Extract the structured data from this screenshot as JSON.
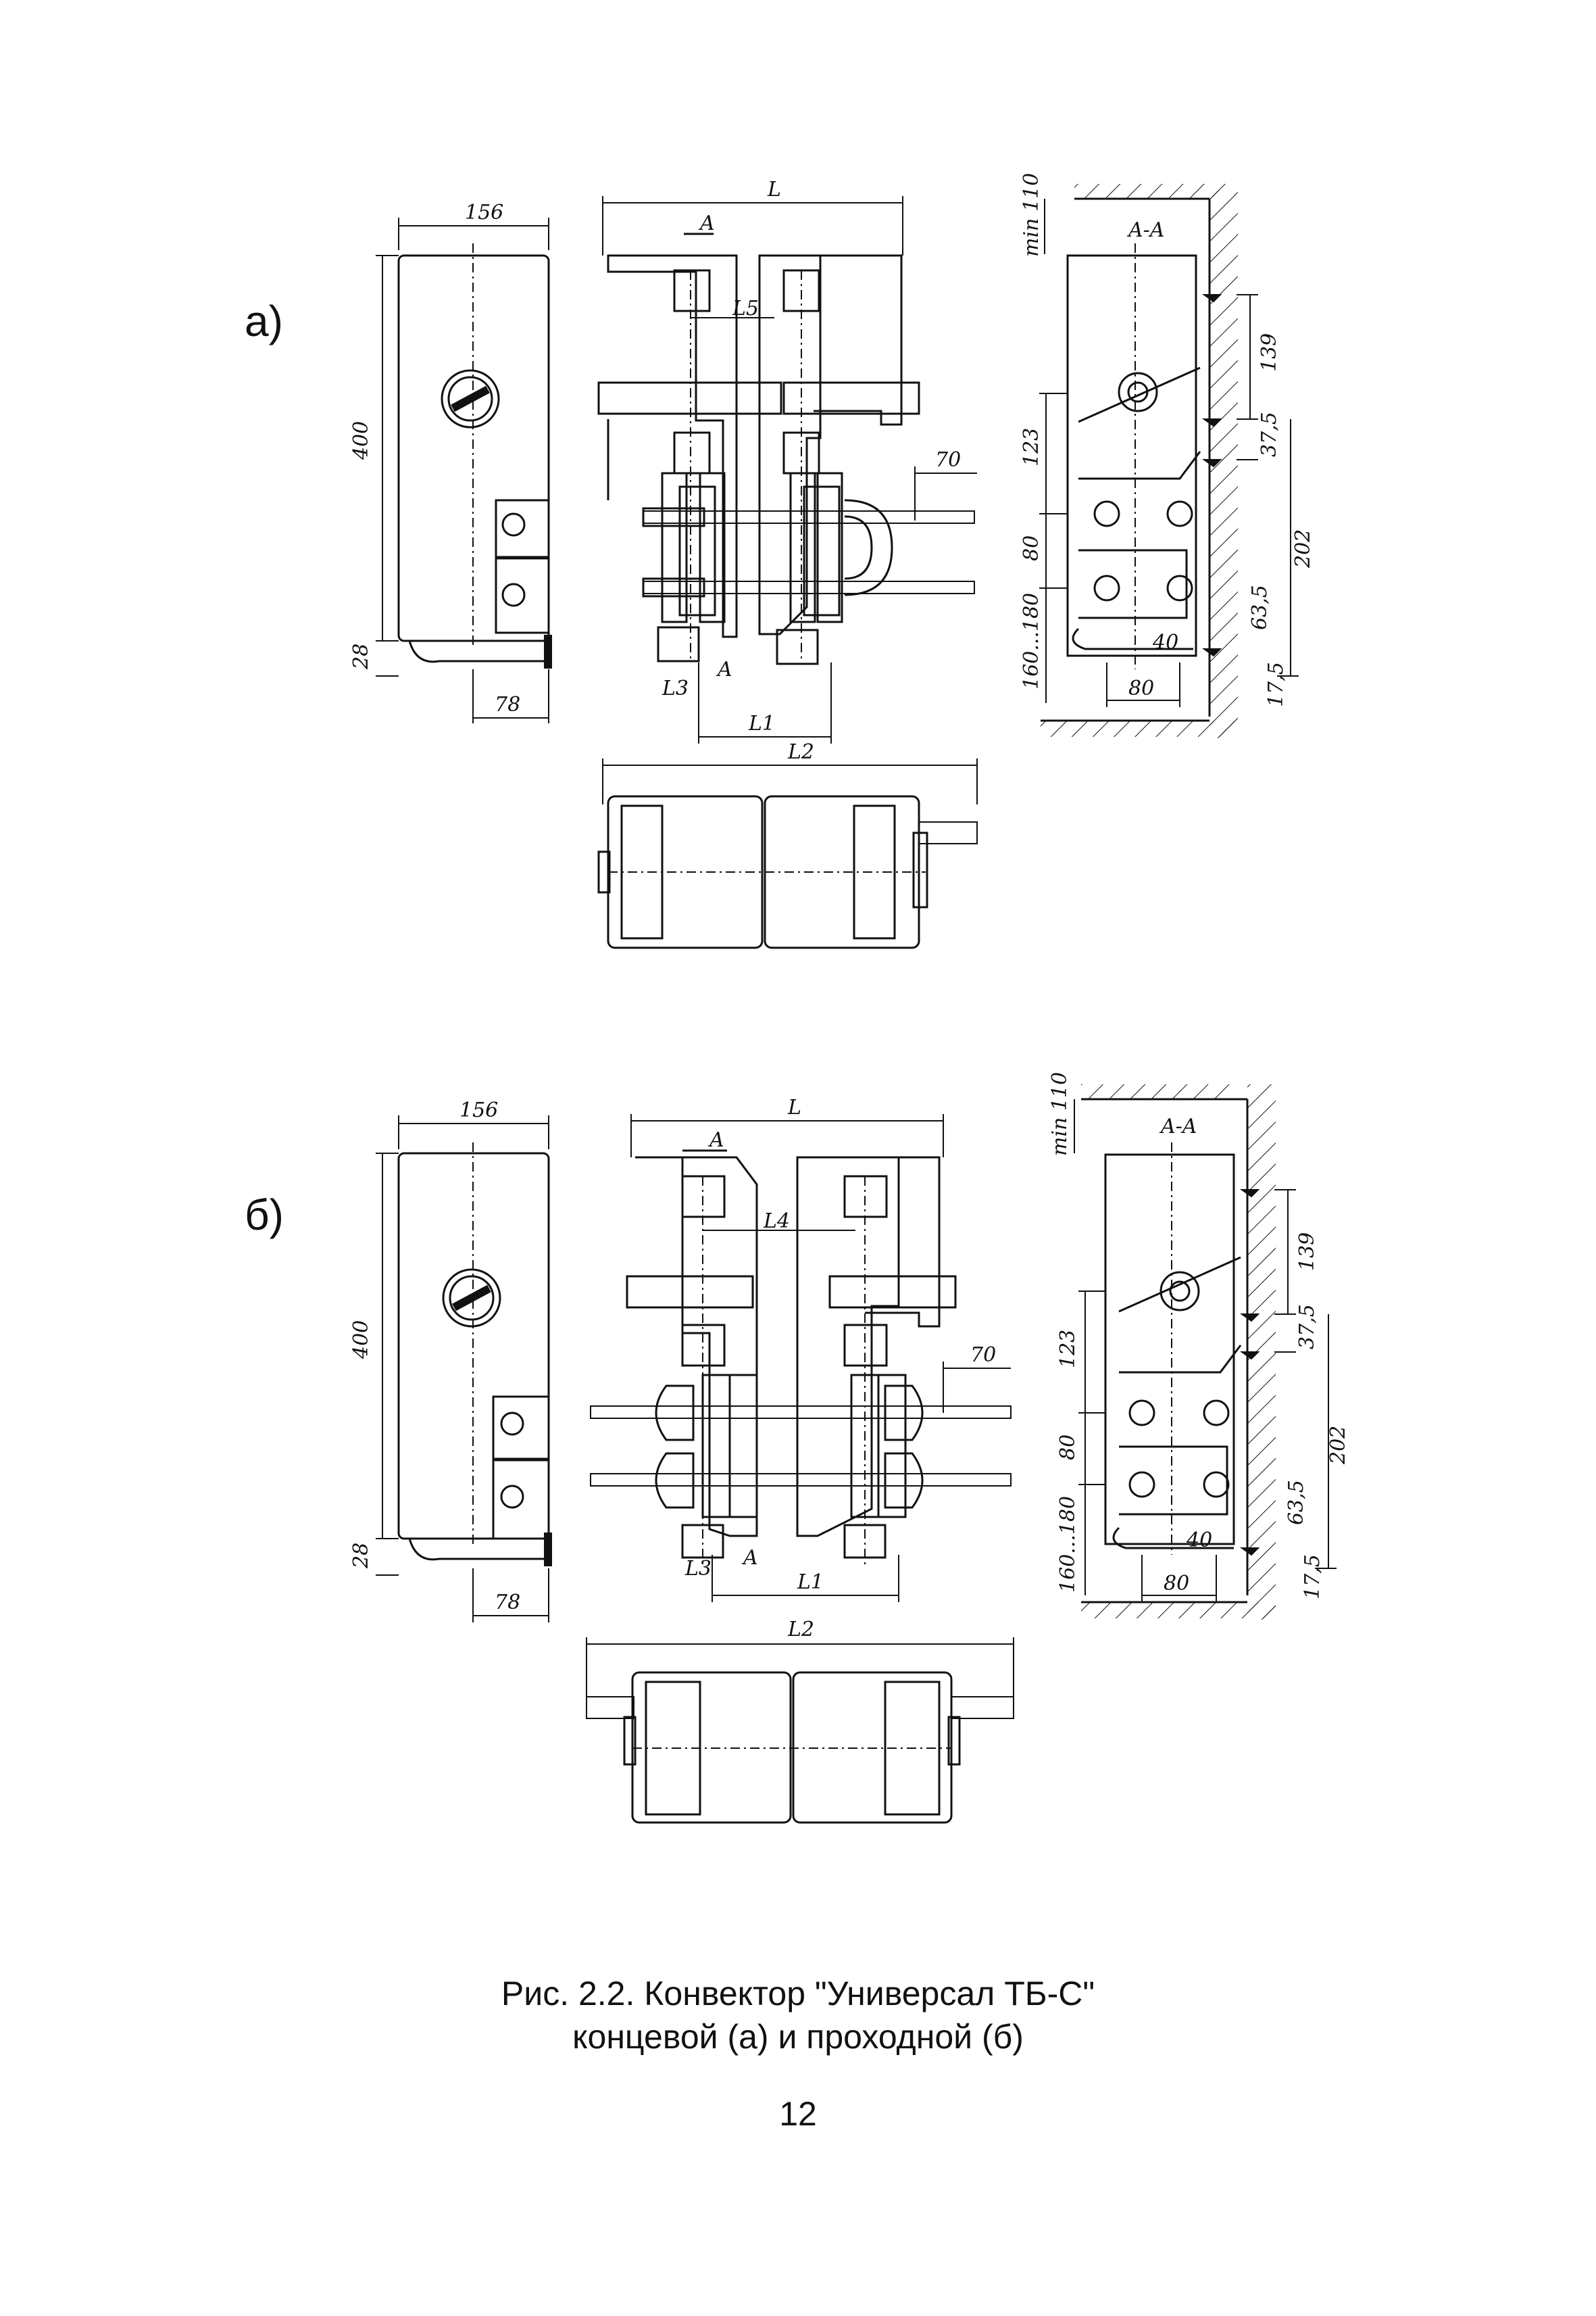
{
  "labels": {
    "variant_a": "а)",
    "variant_b": "б)"
  },
  "dimensions": {
    "width_156": "156",
    "height_400": "400",
    "height_28": "28",
    "width_78": "78",
    "length_L": "L",
    "length_L1": "L1",
    "length_L2": "L2",
    "length_L3": "L3",
    "length_L4": "L4",
    "length_L5": "L5",
    "section_A": "A",
    "section_AA": "A-A",
    "pipe_70": "70",
    "min_110": "min 110",
    "dim_139": "139",
    "dim_37_5": "37,5",
    "dim_123": "123",
    "dim_80": "80",
    "dim_202": "202",
    "dim_63_5": "63,5",
    "dim_160_180": "160...180",
    "dim_40": "40",
    "dim_17_5": "17,5"
  },
  "caption": {
    "line1": "Рис. 2.2. Конвектор \"Универсал ТБ-С\"",
    "line2": "концевой (а) и  проходной (б)"
  },
  "page_number": "12"
}
